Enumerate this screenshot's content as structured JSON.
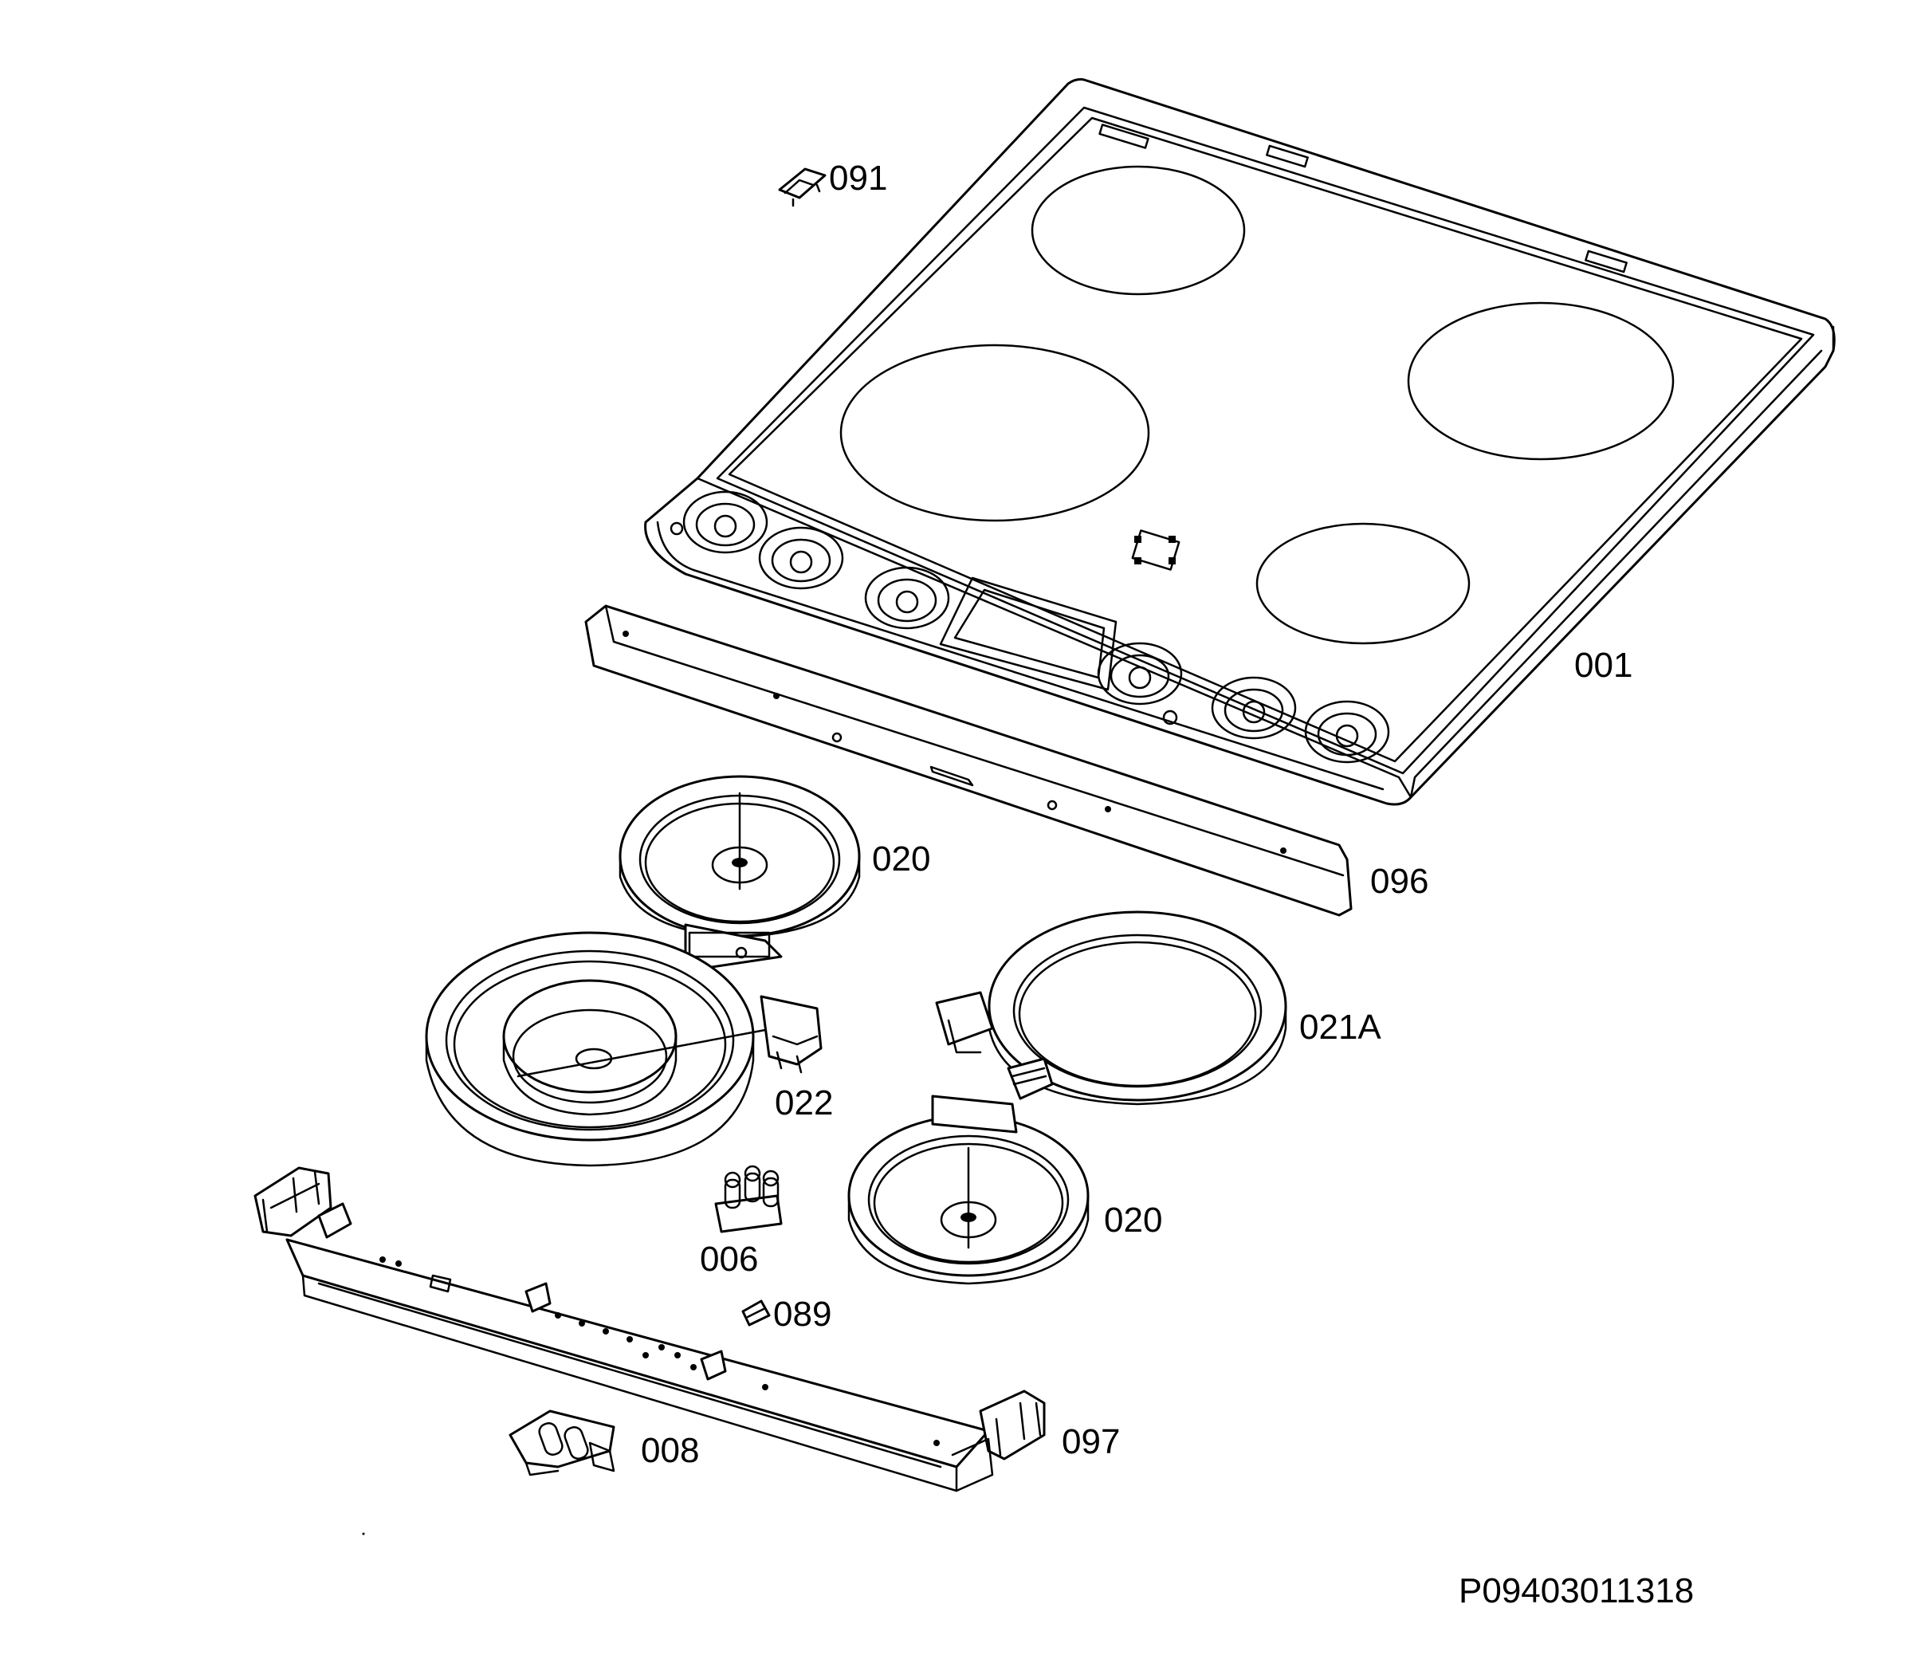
{
  "labels": {
    "p001": "001",
    "p091": "091",
    "p096": "096",
    "p020_top": "020",
    "p021A": "021A",
    "p022": "022",
    "p020_bottom": "020",
    "p006": "006",
    "p089": "089",
    "p097": "097",
    "p008": "008"
  },
  "reference_number": "P09403011318"
}
